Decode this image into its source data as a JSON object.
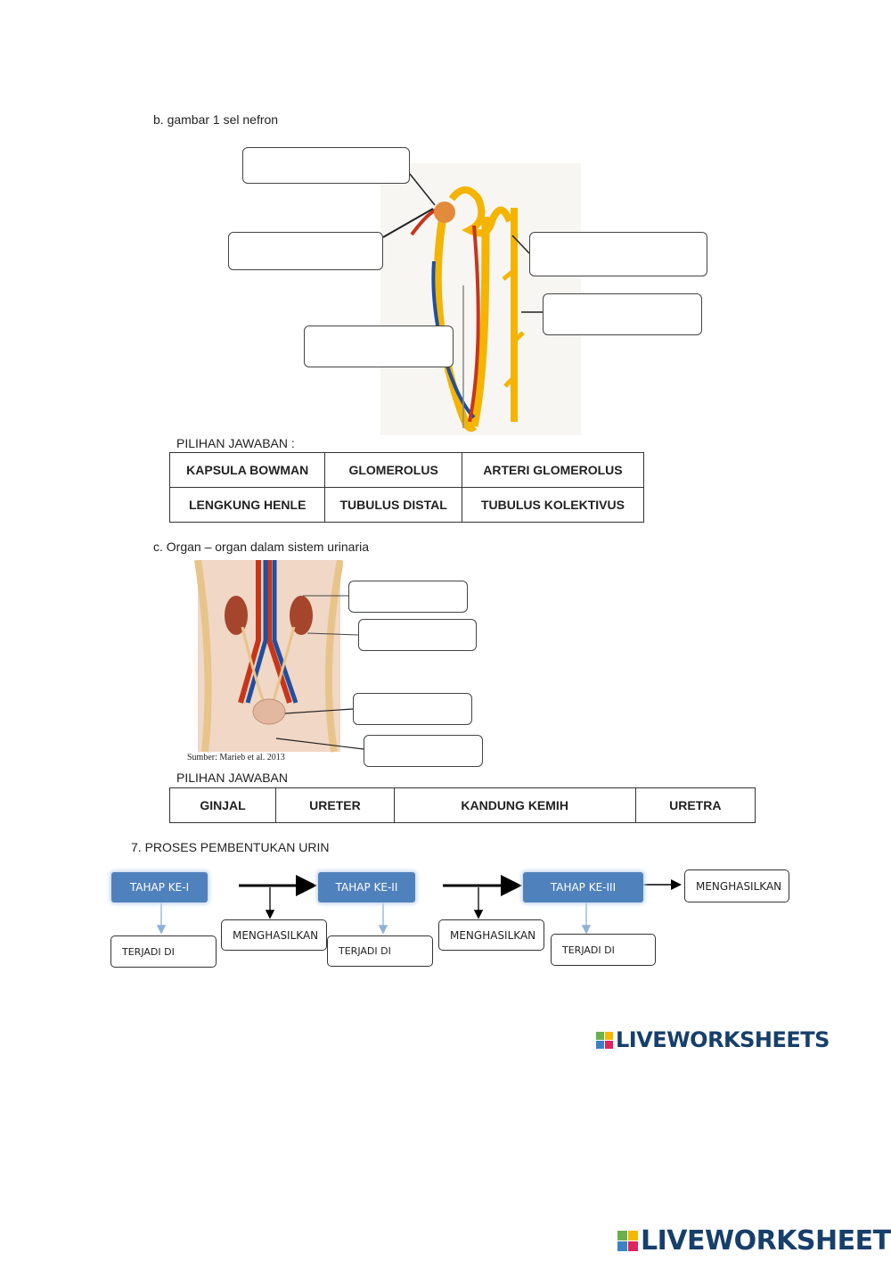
{
  "section_b": {
    "heading": "b.   gambar 1 sel nefron",
    "options_label": "PILIHAN JAWABAN :",
    "options": [
      [
        "KAPSULA BOWMAN",
        "GLOMEROLUS",
        "ARTERI GLOMEROLUS"
      ],
      [
        "LENGKUNG HENLE",
        "TUBULUS DISTAL",
        "TUBULUS KOLEKTIVUS"
      ]
    ]
  },
  "section_c": {
    "heading": "c.   Organ – organ dalam sistem urinaria",
    "image_caption": "Sumber: Marieb et al. 2013",
    "options_label": "PILIHAN JAWABAN",
    "options": [
      "GINJAL",
      "URETER",
      "KANDUNG KEMIH",
      "URETRA"
    ]
  },
  "section_7": {
    "heading": "7.   PROSES PEMBENTUKAN URIN",
    "stages": [
      "TAHAP KE-I",
      "TAHAP KE-II",
      "TAHAP KE-III"
    ],
    "produces_label": "MENGHASILKAN",
    "occurs_label": "TERJADI DI"
  },
  "logo": {
    "text": "LIVEWORKSHEETS",
    "letters": [
      "L",
      "I",
      "V",
      "E"
    ]
  },
  "colors": {
    "stage_blue": "#4f81bd",
    "logo_navy": "#173f6b"
  }
}
